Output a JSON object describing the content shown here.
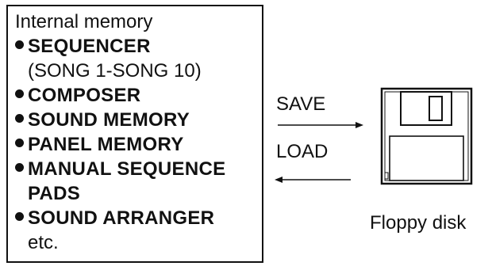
{
  "internal_memory": {
    "title": "Internal memory",
    "items": [
      {
        "label": "SEQUENCER",
        "sublabel": "(SONG 1-SONG 10)"
      },
      {
        "label": "COMPOSER"
      },
      {
        "label": "SOUND MEMORY"
      },
      {
        "label": "PANEL MEMORY"
      },
      {
        "label": "MANUAL SEQUENCE",
        "continuation": "PADS"
      },
      {
        "label": "SOUND ARRANGER"
      }
    ],
    "footer": "etc."
  },
  "transfer": {
    "save_label": "SAVE",
    "load_label": "LOAD"
  },
  "floppy": {
    "caption": "Floppy disk"
  }
}
